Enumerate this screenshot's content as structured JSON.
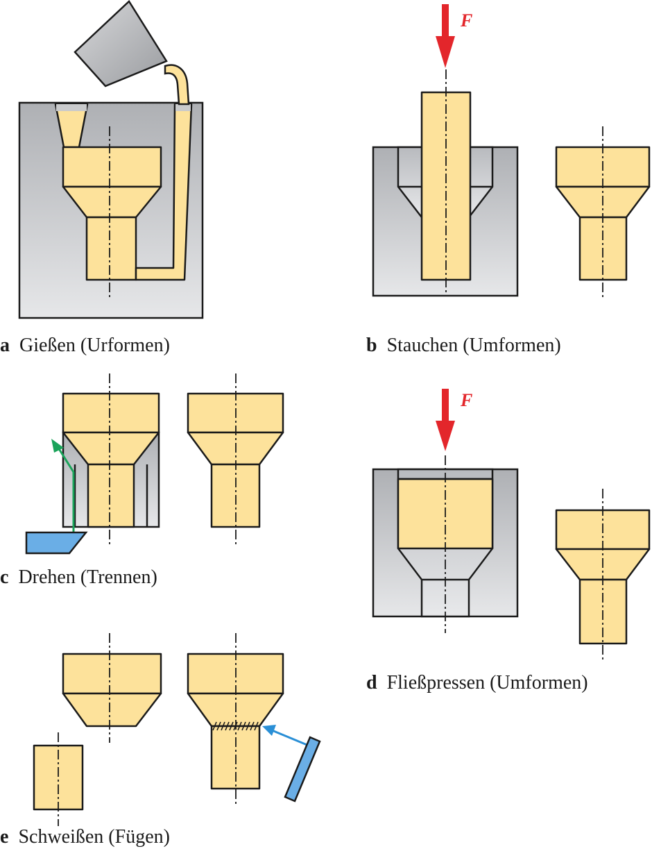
{
  "figures": {
    "a": {
      "letter": "a",
      "caption": "Gießen (Urformen)"
    },
    "b": {
      "letter": "b",
      "caption": "Stauchen (Umformen)",
      "force_label": "F"
    },
    "c": {
      "letter": "c",
      "caption": "Drehen (Trennen)"
    },
    "d": {
      "letter": "d",
      "caption": "Fließpressen (Umformen)",
      "force_label": "F"
    },
    "e": {
      "letter": "e",
      "caption": "Schweißen (Fügen)"
    }
  },
  "colors": {
    "part_fill": "#fde29b",
    "mold_fill": "#c8c9cc",
    "force_arrow": "#e3262b",
    "turning_path": "#1aa35a",
    "tool_fill": "#6aaee6",
    "weld_arrow": "#2a8fd6"
  }
}
